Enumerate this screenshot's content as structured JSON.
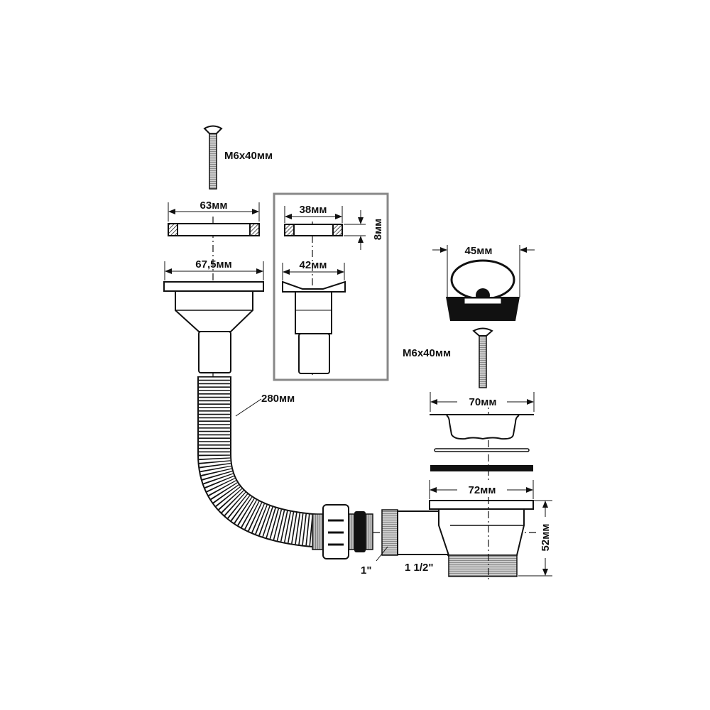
{
  "labels": {
    "screw_left": "M6x40мм",
    "washer_left": "63мм",
    "flange_left": "67,5мм",
    "washer_inset": "38мм",
    "washer_thickness": "8мм",
    "flange_inset": "42мм",
    "hose_length": "280мм",
    "plug_width": "45мм",
    "screw_right": "M6x40мм",
    "strainer_width": "70мм",
    "drain_flange": "72мм",
    "drain_height": "52мм",
    "thread_small": "1\"",
    "thread_large": "1 1/2\""
  }
}
